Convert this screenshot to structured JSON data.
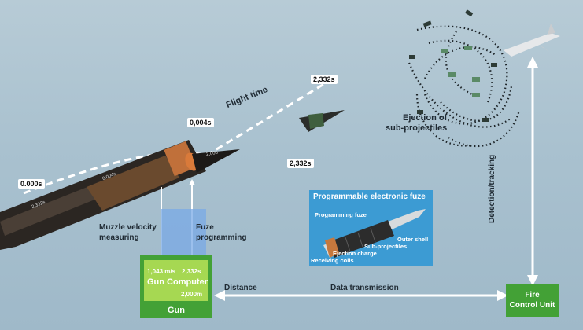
{
  "labels": {
    "flight_time": "Flight time",
    "ejection": [
      "Ejection of",
      "sub-projectiles"
    ],
    "muzzle": [
      "Muzzle velocity",
      "measuring"
    ],
    "fuze_prog": [
      "Fuze",
      "programming"
    ],
    "distance": "Distance",
    "data_transmission": "Data transmission",
    "detection": "Detection/tracking"
  },
  "times": {
    "t0": "0.000s",
    "t1": "0,004s",
    "t2": "2,332s",
    "t3": "2,332s"
  },
  "shell_marks": [
    "2,332s",
    "0.004s",
    "2,006"
  ],
  "gun_computer": {
    "velocity": "1,043 m/s",
    "time": "2,332s",
    "title": "Gun Computer",
    "distance": "2,000m",
    "label": "Gun"
  },
  "fcu": [
    "Fire",
    "Control Unit"
  ],
  "fuze_panel": {
    "title": "Programmable electronic fuze",
    "parts": {
      "programming_fuze": "Programming fuze",
      "outer_shell": "Outer shell",
      "sub_projectiles": "Sub-projectiles",
      "ejection_charge": "Ejection charge",
      "receiving_coils": "Receiving coils"
    }
  },
  "colors": {
    "sky": "#a9c1cf",
    "gun_green": "#43a136",
    "computer_green": "#a6d852",
    "fuze_blue": "#3c9bd3",
    "beam_blue": "#7aaae6"
  }
}
